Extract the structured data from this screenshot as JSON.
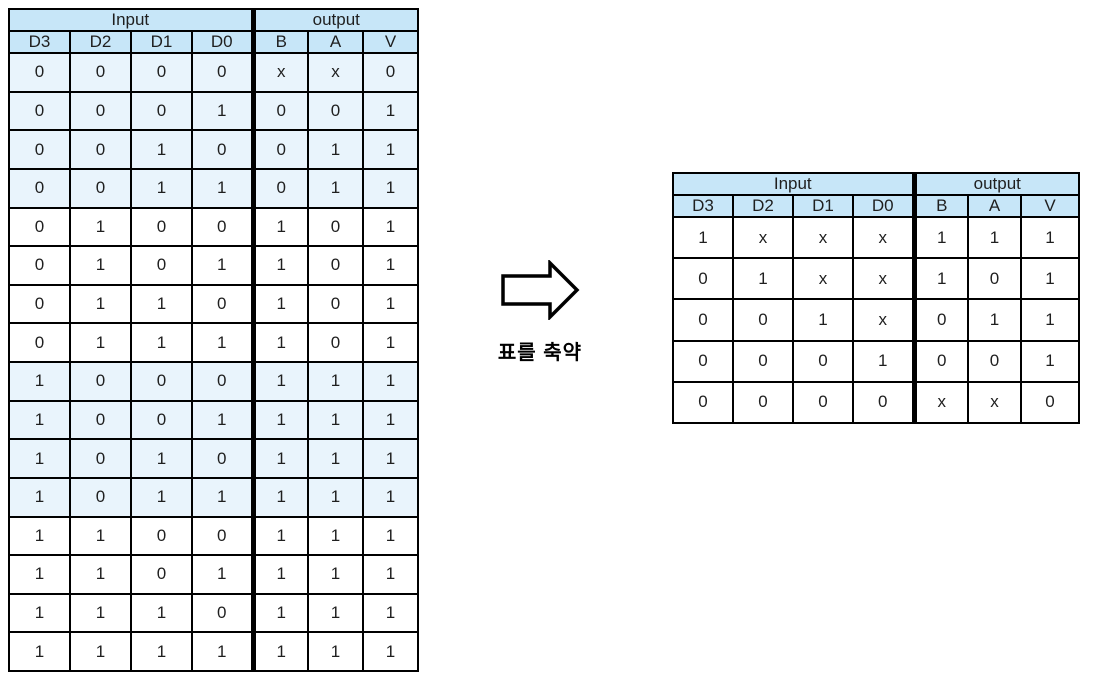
{
  "colors": {
    "header_bg": "#c7e6f8",
    "highlight_row_bg": "#e9f4fc",
    "plain_row_bg": "#ffffff",
    "border": "#000000",
    "text": "#1f1f1f"
  },
  "arrow": {
    "label": "표를 축약"
  },
  "left_table": {
    "group_headers": [
      {
        "label": "Input",
        "span": 4
      },
      {
        "label": "output",
        "span": 3
      }
    ],
    "column_headers": [
      "D3",
      "D2",
      "D1",
      "D0",
      "B",
      "A",
      "V"
    ],
    "rows": [
      {
        "cells": [
          "0",
          "0",
          "0",
          "0",
          "x",
          "x",
          "0"
        ],
        "highlight": true
      },
      {
        "cells": [
          "0",
          "0",
          "0",
          "1",
          "0",
          "0",
          "1"
        ],
        "highlight": true
      },
      {
        "cells": [
          "0",
          "0",
          "1",
          "0",
          "0",
          "1",
          "1"
        ],
        "highlight": true
      },
      {
        "cells": [
          "0",
          "0",
          "1",
          "1",
          "0",
          "1",
          "1"
        ],
        "highlight": true
      },
      {
        "cells": [
          "0",
          "1",
          "0",
          "0",
          "1",
          "0",
          "1"
        ],
        "highlight": false
      },
      {
        "cells": [
          "0",
          "1",
          "0",
          "1",
          "1",
          "0",
          "1"
        ],
        "highlight": false
      },
      {
        "cells": [
          "0",
          "1",
          "1",
          "0",
          "1",
          "0",
          "1"
        ],
        "highlight": false
      },
      {
        "cells": [
          "0",
          "1",
          "1",
          "1",
          "1",
          "0",
          "1"
        ],
        "highlight": false
      },
      {
        "cells": [
          "1",
          "0",
          "0",
          "0",
          "1",
          "1",
          "1"
        ],
        "highlight": true
      },
      {
        "cells": [
          "1",
          "0",
          "0",
          "1",
          "1",
          "1",
          "1"
        ],
        "highlight": true
      },
      {
        "cells": [
          "1",
          "0",
          "1",
          "0",
          "1",
          "1",
          "1"
        ],
        "highlight": true
      },
      {
        "cells": [
          "1",
          "0",
          "1",
          "1",
          "1",
          "1",
          "1"
        ],
        "highlight": true
      },
      {
        "cells": [
          "1",
          "1",
          "0",
          "0",
          "1",
          "1",
          "1"
        ],
        "highlight": false
      },
      {
        "cells": [
          "1",
          "1",
          "0",
          "1",
          "1",
          "1",
          "1"
        ],
        "highlight": false
      },
      {
        "cells": [
          "1",
          "1",
          "1",
          "0",
          "1",
          "1",
          "1"
        ],
        "highlight": false
      },
      {
        "cells": [
          "1",
          "1",
          "1",
          "1",
          "1",
          "1",
          "1"
        ],
        "highlight": false
      }
    ]
  },
  "right_table": {
    "group_headers": [
      {
        "label": "Input",
        "span": 4
      },
      {
        "label": "output",
        "span": 3
      }
    ],
    "column_headers": [
      "D3",
      "D2",
      "D1",
      "D0",
      "B",
      "A",
      "V"
    ],
    "rows": [
      {
        "cells": [
          "1",
          "x",
          "x",
          "x",
          "1",
          "1",
          "1"
        ],
        "highlight": false
      },
      {
        "cells": [
          "0",
          "1",
          "x",
          "x",
          "1",
          "0",
          "1"
        ],
        "highlight": false
      },
      {
        "cells": [
          "0",
          "0",
          "1",
          "x",
          "0",
          "1",
          "1"
        ],
        "highlight": false
      },
      {
        "cells": [
          "0",
          "0",
          "0",
          "1",
          "0",
          "0",
          "1"
        ],
        "highlight": false
      },
      {
        "cells": [
          "0",
          "0",
          "0",
          "0",
          "x",
          "x",
          "0"
        ],
        "highlight": false
      }
    ]
  }
}
